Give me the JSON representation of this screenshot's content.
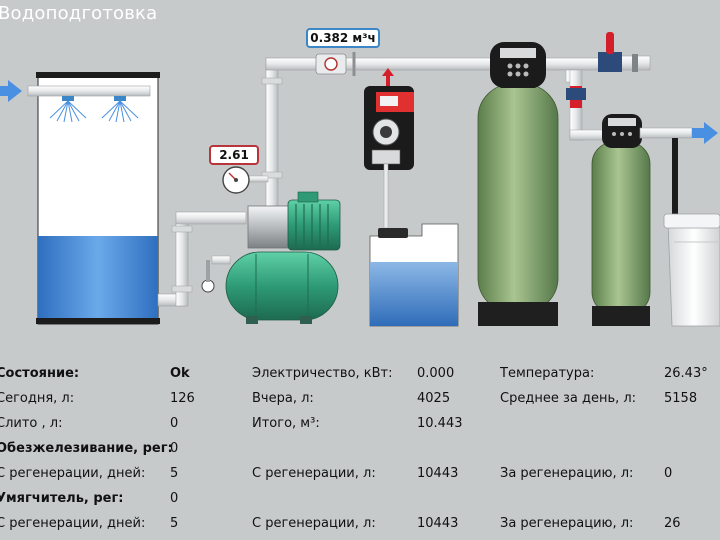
{
  "page": {
    "title": "Водоподготовка"
  },
  "gauges": {
    "pressure": "2.61",
    "flow": "0.382 м³ч"
  },
  "status": {
    "rows": [
      {
        "c1": "Состояние:",
        "c1_bold": true,
        "c2": "Ok",
        "c2_bold": true,
        "c3": "Электричество, кВт:",
        "c4": "0.000",
        "c5": "Температура:",
        "c6": "26.43°"
      },
      {
        "c1": "Сегодня, л:",
        "c2": "126",
        "c3": "Вчера, л:",
        "c4": "4025",
        "c5": "Среднее за день, л:",
        "c6": "5158"
      },
      {
        "c1": "Слито , л:",
        "c2": "0",
        "c3": "Итого, м³:",
        "c4": "10.443",
        "c5": "",
        "c6": ""
      },
      {
        "c1": "Обезжелезивание, рег:",
        "c1_bold": true,
        "c2": "0",
        "c3": "",
        "c4": "",
        "c5": "",
        "c6": ""
      },
      {
        "c1": "С регенерации, дней:",
        "c2": "5",
        "c3": "С регенерации, л:",
        "c4": "10443",
        "c5": "За регенерацию, л:",
        "c6": "0"
      },
      {
        "c1": "Умягчитель, рег:",
        "c1_bold": true,
        "c2": "0",
        "c3": "",
        "c4": "",
        "c5": "",
        "c6": ""
      },
      {
        "c1": "С регенерации, дней:",
        "c2": "5",
        "c3": "С регенерации, л:",
        "c4": "10443",
        "c5": "За регенерацию, л:",
        "c6": "26"
      }
    ]
  },
  "colors": {
    "background": "#c7cacb",
    "water": "#4a8fd6",
    "pipe": "#ececec",
    "filter": "#7fa06a",
    "pump": "#2e9b76",
    "arrow": "#4a90e2",
    "valve": "#d41f2a"
  }
}
